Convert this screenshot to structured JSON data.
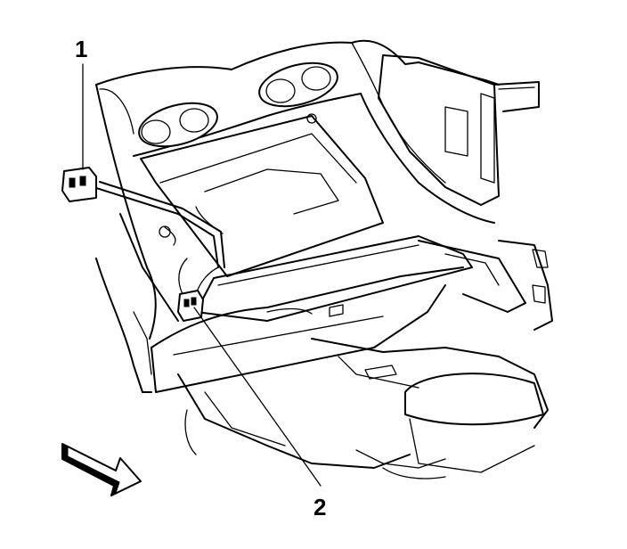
{
  "callouts": [
    {
      "id": "1",
      "label": "1"
    },
    {
      "id": "2",
      "label": "2"
    }
  ],
  "colors": {
    "line": "#000000",
    "background": "#ffffff"
  },
  "icons": {
    "direction_arrow": "front-direction-arrow-icon"
  }
}
